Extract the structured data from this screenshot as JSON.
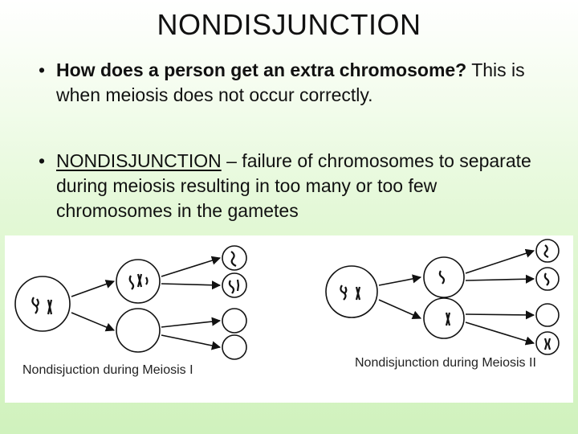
{
  "slide": {
    "title": "NONDISJUNCTION",
    "bullets": [
      {
        "bold_text": "How does a person get an extra chromosome?",
        "text": "  This is when meiosis does not occur correctly."
      },
      {
        "term": "NONDISJUNCTION",
        "text": " – failure of chromosomes to separate during meiosis resulting in too many or too few chromosomes in the gametes"
      }
    ],
    "bullet_glyph": "•"
  },
  "figure": {
    "caption_left": "Nondisjuction during Meiosis I",
    "caption_right": "Nondisjunction during Meiosis II"
  }
}
